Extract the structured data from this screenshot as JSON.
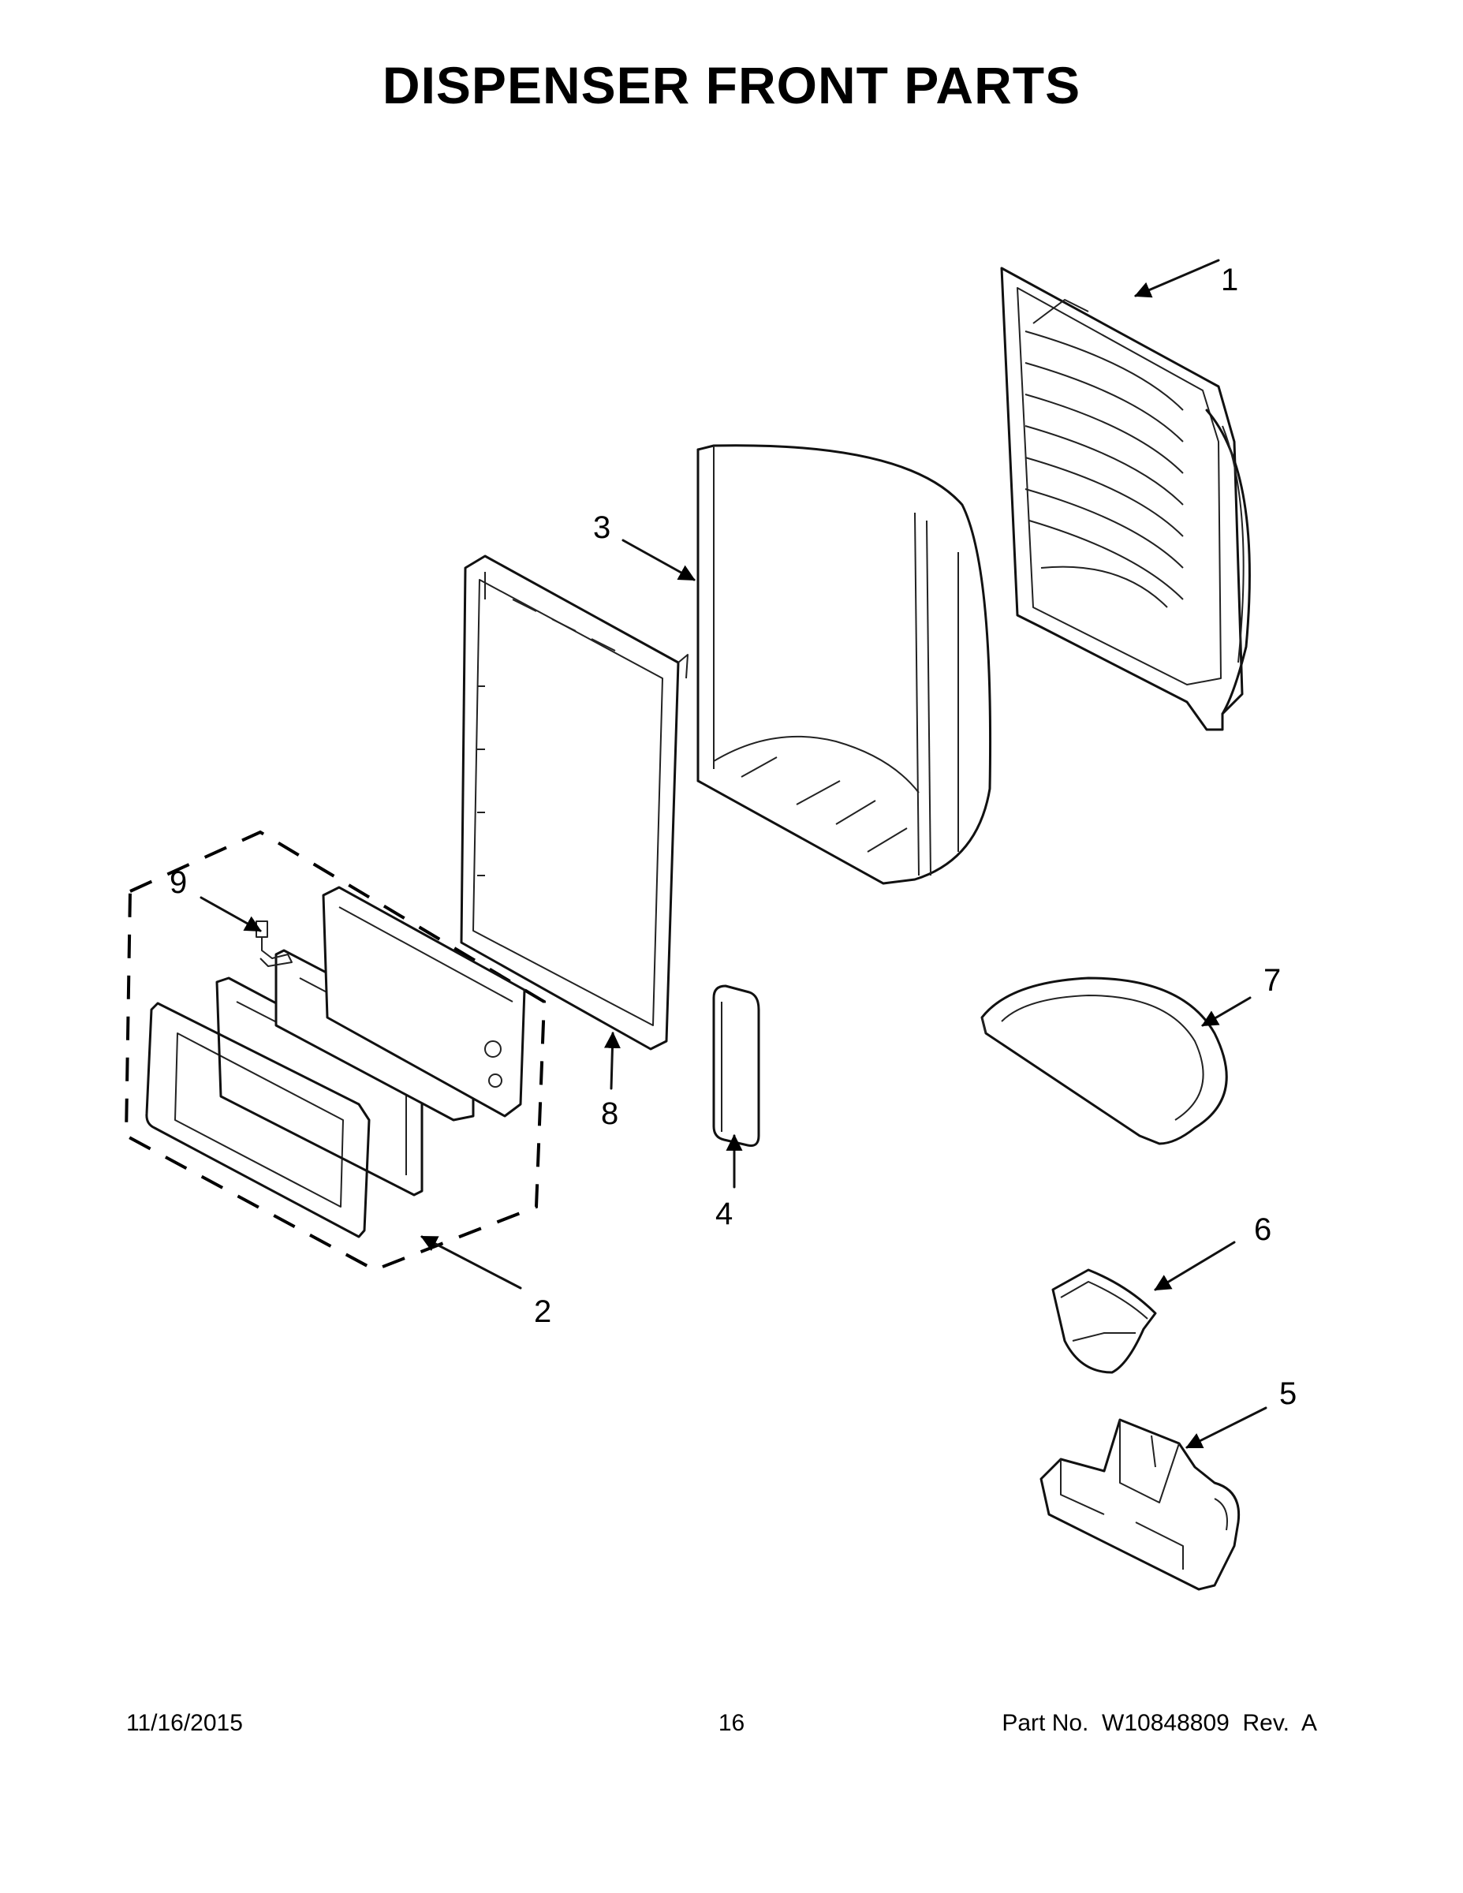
{
  "title": "DISPENSER FRONT PARTS",
  "callouts": [
    {
      "label": "1",
      "part": "dispenser-housing"
    },
    {
      "label": "2",
      "part": "user-interface-assembly"
    },
    {
      "label": "3",
      "part": "dispenser-chute-panel"
    },
    {
      "label": "4",
      "part": "dispenser-pad"
    },
    {
      "label": "5",
      "part": "dispenser-lever-assembly"
    },
    {
      "label": "6",
      "part": "ice-chute-funnel"
    },
    {
      "label": "7",
      "part": "drip-tray"
    },
    {
      "label": "8",
      "part": "dispenser-trim-frame"
    },
    {
      "label": "9",
      "part": "wire-harness"
    }
  ],
  "footer": {
    "date": "11/16/2015",
    "page": "16",
    "part_no": "Part No.  W10848809  Rev.  A"
  }
}
